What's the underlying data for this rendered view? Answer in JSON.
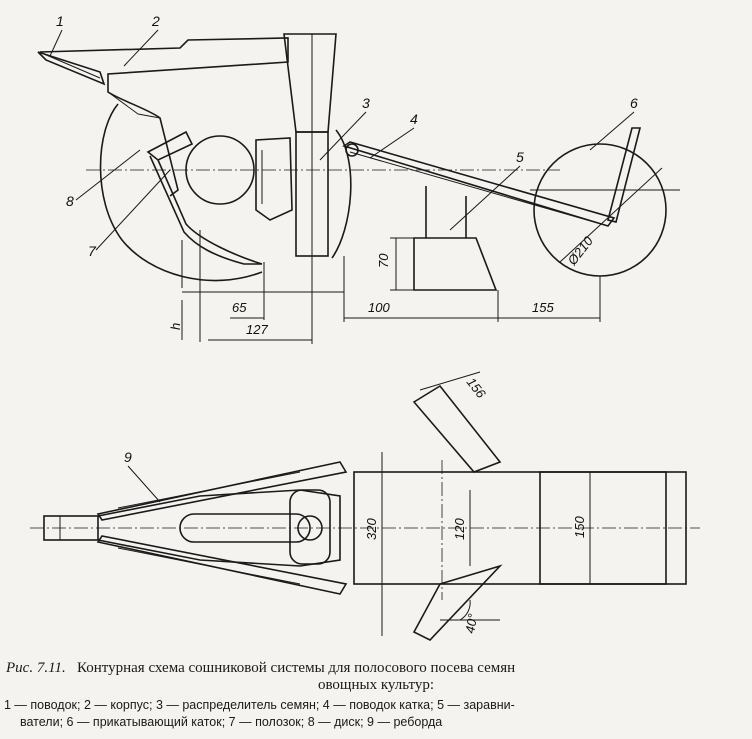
{
  "labels": {
    "n1": "1",
    "n2": "2",
    "n3": "3",
    "n4": "4",
    "n5": "5",
    "n6": "6",
    "n7": "7",
    "n8": "8",
    "n9": "9"
  },
  "dimensions": {
    "d70": "70",
    "d100": "100",
    "d155": "155",
    "d65": "65",
    "d127": "127",
    "dh": "h",
    "d210": "Ø210",
    "d156": "156",
    "d320": "320",
    "d120": "120",
    "d150": "150",
    "d40": "40°"
  },
  "caption": {
    "figure": "Рис. 7.11.",
    "title_line1": "Контурная схема сошниковой системы для полосового посева семян",
    "title_line2": "овощных культур:"
  },
  "legend": {
    "line1": "1 — поводок; 2 — корпус; 3 — распределитель семян; 4 — поводок катка; 5 — заравни-",
    "line2": "ватели; 6 — прикатывающий каток; 7 — полозок; 8 — диск; 9 — реборда"
  }
}
